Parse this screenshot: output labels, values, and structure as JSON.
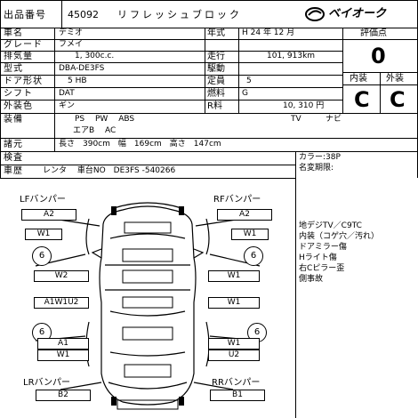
{
  "header": {
    "lot_label": "出品番号",
    "lot_number": "45092",
    "title": "リフレッシュブロック",
    "brand": "ベイオーク"
  },
  "specs": {
    "car_name_label": "車名",
    "car_name": "デミオ",
    "grade_label": "グレード",
    "grade": "フメイ",
    "displacement_label": "排気量",
    "displacement": "1, 300c.c.",
    "model_label": "型式",
    "model": "DBA-DE3FS",
    "door_label": "ドア形状",
    "door": "5 HB",
    "shift_label": "シフト",
    "shift": "DAT",
    "color_label": "外装色",
    "color": "ギン",
    "year_label": "年式",
    "year": "H 24 年 12 月",
    "mileage_label": "走行",
    "mileage": "101, 913km",
    "drive_label": "駆動",
    "drive": "",
    "capacity_label": "定員",
    "capacity": "5",
    "fuel_label": "燃料",
    "fuel": "G",
    "price_label": "R料",
    "price": "10, 310 円"
  },
  "score": {
    "label": "評価点",
    "value": "0",
    "interior_label": "内装",
    "exterior_label": "外装",
    "interior": "C",
    "exterior": "C"
  },
  "equipment": {
    "label": "装備",
    "line1": "PS　 PW　 ABS",
    "tv": "TV",
    "navi": "ナビ",
    "line2": "エアB　 AC"
  },
  "dimensions": {
    "label": "諸元",
    "text": "長さ　390cm　幅　169cm　高さ　147cm"
  },
  "inspection": {
    "label": "検査",
    "value": ""
  },
  "history": {
    "label": "車歴",
    "value": "レンタ　 車台NO　DE3FS -540266"
  },
  "color_code": {
    "label": "カラー:",
    "value": "38P"
  },
  "name_change": {
    "label": "名変期限:",
    "value": ""
  },
  "diagram": {
    "lf_label": "LFバンパー",
    "lf_value": "A2",
    "rf_label": "RFバンパー",
    "rf_value": "A2",
    "lr_label": "LRバンパー",
    "lr_value": "B2",
    "rr_label": "RRバンパー",
    "rr_value": "B1",
    "left_fender": "W1",
    "right_fender": "W1",
    "left_front_tire": "6",
    "right_front_tire": "6",
    "left_front_door": "W2",
    "right_front_door": "W1",
    "left_rear_door": "A1W1U2",
    "right_rear_door": "W1",
    "left_rear_tire": "6",
    "right_rear_tire": "6",
    "left_quarter_1": "A1",
    "left_quarter_2": "W1",
    "right_quarter_1": "W1",
    "right_quarter_2": "U2"
  },
  "notes": [
    "地デジTV／C9TC",
    "内装（コゲ穴／汚れ）",
    "ドアミラー傷",
    "Hライト傷",
    "右Cピラー歪",
    "側事故"
  ]
}
